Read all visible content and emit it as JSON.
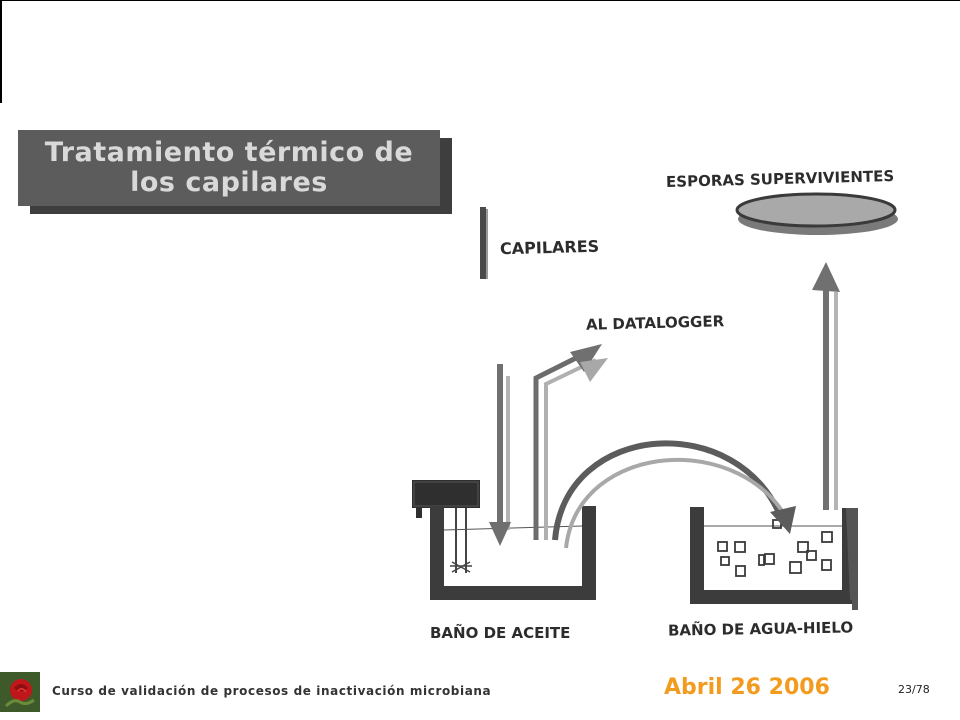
{
  "slide": {
    "title": "Tratamiento térmico de\nlos capilares"
  },
  "diagram": {
    "labels": {
      "survivors": "ESPORAS SUPERVIVIENTES",
      "capillaries": "CAPILARES",
      "datalogger": "AL DATALOGGER",
      "oil_bath": "BAÑO DE ACEITE",
      "ice_bath": "BAÑO DE AGUA-HIELO"
    }
  },
  "footer": {
    "course": "Curso de validación de procesos de inactivación microbiana",
    "date": "Abril 26 2006",
    "page": "23/78"
  },
  "colors": {
    "accent_date": "#f29b1f",
    "title_box": "#5c5c5c",
    "diagram_dark": "#3a3a3a",
    "diagram_light": "#8a8a8a"
  }
}
